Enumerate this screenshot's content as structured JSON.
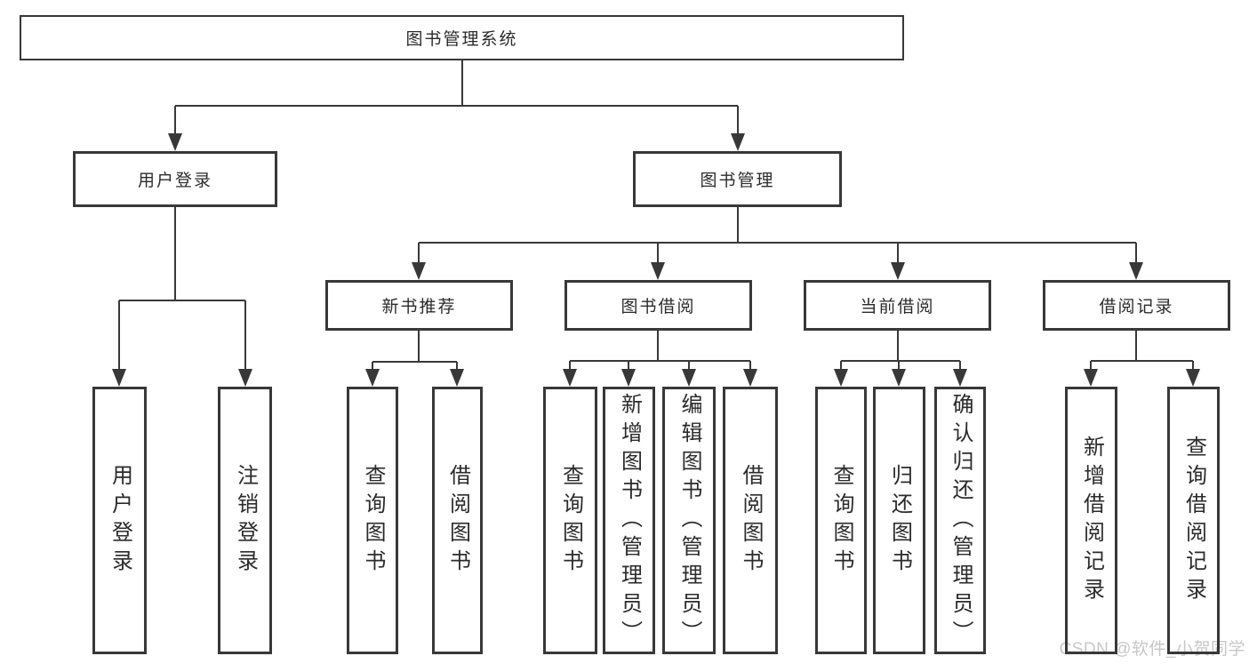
{
  "diagram_title": "图书管理系统",
  "tree": {
    "label": "图书管理系统",
    "children": [
      {
        "label": "用户登录",
        "children": [
          {
            "label": "用户登录"
          },
          {
            "label": "注销登录"
          }
        ]
      },
      {
        "label": "图书管理",
        "children": [
          {
            "label": "新书推荐",
            "children": [
              {
                "label": "查询图书"
              },
              {
                "label": "借阅图书"
              }
            ]
          },
          {
            "label": "图书借阅",
            "children": [
              {
                "label": "查询图书"
              },
              {
                "label": "新增图书（管理员）"
              },
              {
                "label": "编辑图书（管理员）"
              },
              {
                "label": "借阅图书"
              }
            ]
          },
          {
            "label": "当前借阅",
            "children": [
              {
                "label": "查询图书"
              },
              {
                "label": "归还图书"
              },
              {
                "label": "确认归还（管理员）"
              }
            ]
          },
          {
            "label": "借阅记录",
            "children": [
              {
                "label": "新增借阅记录"
              },
              {
                "label": "查询借阅记录"
              }
            ]
          }
        ]
      }
    ]
  },
  "watermark": "CSDN @软件_小贺同学",
  "colors": {
    "line": "#383838",
    "box_border": "#383838",
    "text": "#2b2b2b",
    "watermark": "#c7c7c7",
    "background": "#ffffff"
  }
}
